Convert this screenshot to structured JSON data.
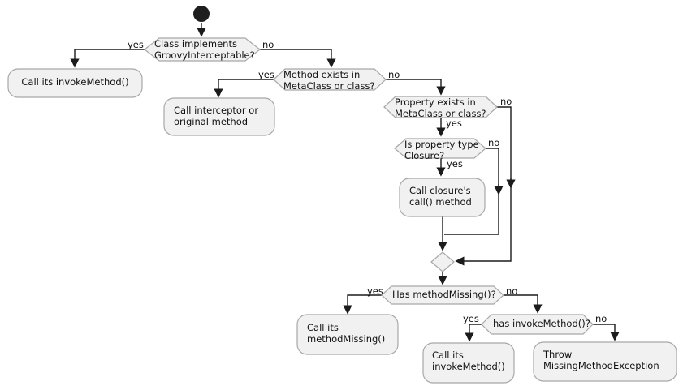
{
  "colors": {
    "node_fill": "#f1f1f1",
    "node_border": "#a8a8a8",
    "line": "#1b1b1b",
    "start_fill": "#1e1e1e",
    "text": "#101010",
    "background": "#ffffff"
  },
  "edge_labels": {
    "yes": "yes",
    "no": "no"
  },
  "nodes": {
    "decision_groovy": {
      "label": "Class implements\nGroovyInterceptable?"
    },
    "action_invoke1": {
      "label": "Call its invokeMethod()"
    },
    "decision_method": {
      "label": "Method exists in\nMetaClass or class?"
    },
    "action_interceptor": {
      "label": "Call interceptor or\noriginal method"
    },
    "decision_property": {
      "label": "Property exists in\nMetaClass or class?"
    },
    "decision_closure": {
      "label": "Is property type\nClosure?"
    },
    "action_closure_call": {
      "label": "Call closure's\ncall() method"
    },
    "decision_method_missing": {
      "label": "Has methodMissing()?"
    },
    "action_method_missing": {
      "label": "Call its\nmethodMissing()"
    },
    "decision_invoke_method": {
      "label": "has invokeMethod()?"
    },
    "action_invoke2": {
      "label": "Call its\ninvokeMethod()"
    },
    "action_throw": {
      "label": "Throw\nMissingMethodException"
    }
  }
}
